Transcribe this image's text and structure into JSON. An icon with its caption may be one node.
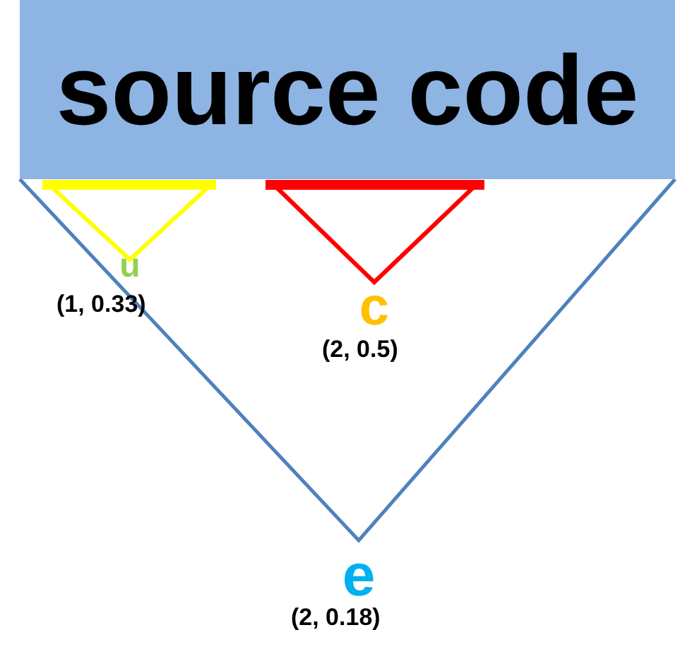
{
  "diagram": {
    "nodes": [
      {
        "text": [
          "source code"
        ]
      },
      {
        "text": [
          "u"
        ],
        "beside": [
          "(1, 0.33)"
        ]
      },
      {
        "text": [
          "c"
        ],
        "beside": [
          "(2, 0.5)"
        ]
      },
      {
        "text": [
          "e"
        ],
        "beside": [
          "(2, 0.18)"
        ]
      }
    ]
  }
}
